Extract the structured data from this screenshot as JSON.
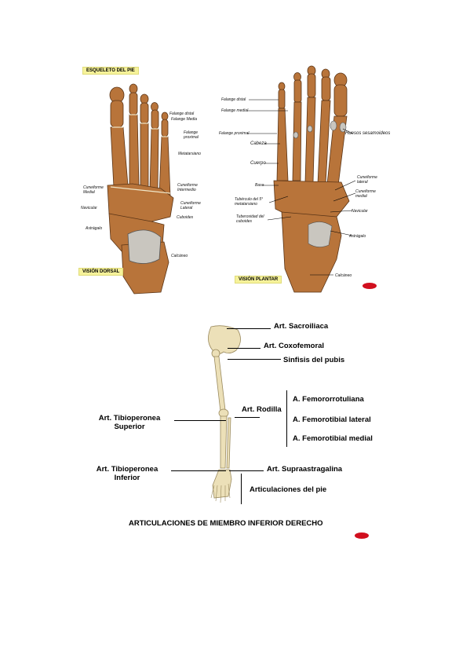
{
  "dorsal": {
    "title": "ESQUELETO DEL PIE",
    "view": "VISIÓN DORSAL",
    "labels": {
      "falange_distal": "Falange distal",
      "falange_media": "Falange Media",
      "falange_proximal": "Falange proximal",
      "metatarsiano": "Metatarsiano",
      "cuneiforme_intermedio": "Cuneiforme Intermedio",
      "cuneiforme_medial": "Cuneiforme Medial",
      "cuneiforme_lateral": "Cuneiforme Lateral",
      "navicular": "Navicular",
      "cuboides": "Cuboides",
      "astragalo": "Astrágalo",
      "calcaneo": "Calcáneo"
    }
  },
  "plantar": {
    "view": "VISIÓN PLANTAR",
    "labels": {
      "falange_distal": "Falange distal",
      "falange_medial": "Falange medial",
      "falange_proximal": "Falange proximal",
      "cabeza": "Cabeza",
      "cuerpo": "Cuerpo",
      "base": "Base",
      "tuberculo": "Tubérculo del 5° metatarsiano",
      "tuberosidad": "Tuberosidad del cuboides",
      "huesos_sesamoideos": "Huesos sesamoideos",
      "cuneiforme_lateral": "Cuneiforme lateral",
      "cuneiforme_medial": "Cuneiforme medial",
      "navicular": "Navicular",
      "astragalo": "Astrágalo",
      "calcaneo": "Calcáneo"
    }
  },
  "articulaciones": {
    "sacroiliaca": "Art. Sacroiliaca",
    "coxofemoral": "Art. Coxofemoral",
    "sinfisis": "Sinfisis del pubis",
    "rodilla": "Art. Rodilla",
    "femororrotuliana": "A.  Femororrotuliana",
    "femorotibial_lateral": "A.  Femorotibial lateral",
    "femorotibial_medial": "A.  Femorotibial medial",
    "tibioperonea_superior_1": "Art. Tibioperonea",
    "tibioperonea_superior_2": "Superior",
    "tibioperonea_inferior_1": "Art. Tibioperonea",
    "tibioperonea_inferior_2": "Inferior",
    "supraastragalina": "Art. Supraastragalina",
    "pie": "Articulaciones del pie",
    "caption": "ARTICULACIONES DE MIEMBRO INFERIOR DERECHO"
  },
  "colors": {
    "bone": "#b8743a",
    "bone_light": "#e8d9b0",
    "marker": "#d10f1e",
    "tag_bg": "#f6f29a"
  }
}
